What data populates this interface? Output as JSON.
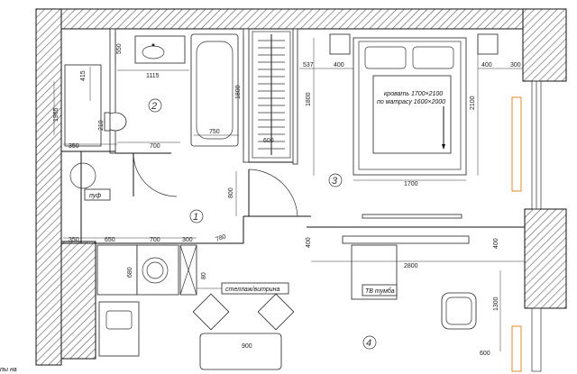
{
  "rooms": {
    "r1": "1",
    "r2": "2",
    "r3": "3",
    "r4": "4"
  },
  "labels": {
    "bed": "кровать 1700×2100",
    "mattress": "по матрасу 1600×2000",
    "pouf": "пуф",
    "shelf": "стеллаж/витрина",
    "tv": "ТВ тумба",
    "edge_text": "пы на"
  },
  "dims": {
    "d550": "550",
    "d1115": "1115",
    "d415": "415",
    "d1800": "1800",
    "d750": "750",
    "d600a": "600",
    "d350a": "350",
    "d700a": "700",
    "d210": "210",
    "d1965": "1965",
    "d537": "537",
    "d400a": "400",
    "d400b": "400",
    "d300a": "300",
    "d1800b": "1800",
    "d2100": "2100",
    "d1700": "1700",
    "d800": "800",
    "d350b": "350",
    "d650": "650",
    "d700b": "700",
    "d300b": "300",
    "d780": "780",
    "d680": "680",
    "d80": "80",
    "d400c": "400",
    "d2800": "2800",
    "d400d": "400",
    "d1300": "1300",
    "d900": "900",
    "d600b": "600"
  }
}
